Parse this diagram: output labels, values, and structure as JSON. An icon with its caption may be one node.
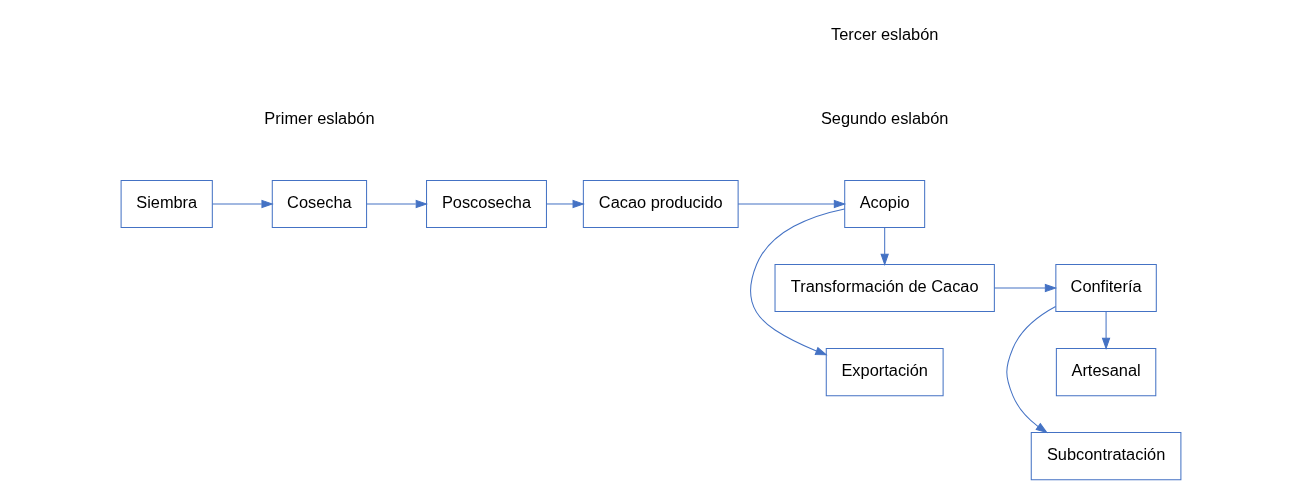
{
  "diagram": {
    "nodes": [
      {
        "text": [
          "Siembra"
        ]
      },
      {
        "text": [
          "Cosecha"
        ]
      },
      {
        "text": [
          "Poscosecha"
        ]
      },
      {
        "text": [
          "Cacao producido"
        ]
      },
      {
        "text": [
          "Exportación"
        ]
      },
      {
        "text": [
          "Acopio"
        ]
      },
      {
        "text": [
          "Transformación de Cacao"
        ]
      },
      {
        "text": [
          "Subcontratación"
        ]
      },
      {
        "text": [
          "Confitería"
        ]
      },
      {
        "text": [
          "Artesanal"
        ]
      }
    ],
    "edges": [
      {
        "from": 0,
        "to": 1,
        "arrow": "to"
      },
      {
        "from": 1,
        "to": 2,
        "arrow": "to"
      },
      {
        "from": 2,
        "to": 3,
        "arrow": "to"
      },
      {
        "from": 3,
        "to": 5,
        "arrow": "to"
      },
      {
        "from": 5,
        "to": 4,
        "arrow": "to"
      },
      {
        "from": 5,
        "to": 6,
        "arrow": "to"
      },
      {
        "from": 6,
        "to": 8,
        "arrow": "to"
      },
      {
        "from": 8,
        "to": 7,
        "arrow": "to"
      },
      {
        "from": 8,
        "to": 9,
        "arrow": "to"
      }
    ],
    "labels": [
      "Primer eslabón",
      "Segundo eslabón",
      "Tercer eslabón"
    ]
  }
}
